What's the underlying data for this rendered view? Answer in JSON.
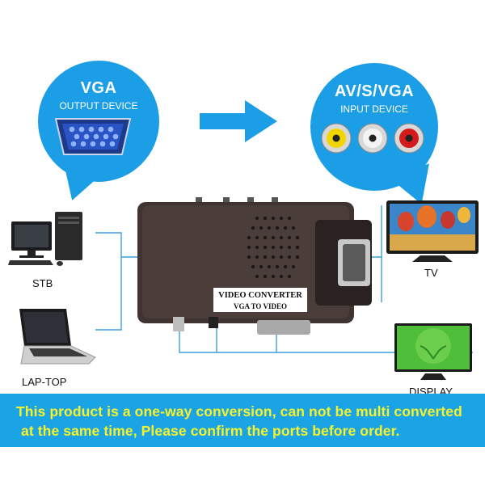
{
  "vga_bubble": {
    "title": "VGA",
    "subtitle": "OUTPUT DEVICE"
  },
  "av_bubble": {
    "title": "AV/S/VGA",
    "subtitle": "INPUT DEVICE"
  },
  "device": {
    "name": "VIDEO CONVERTER",
    "model": "VGA TO VIDEO"
  },
  "labels": {
    "stb": "STB",
    "laptop": "LAP-TOP",
    "tv": "TV",
    "display": "DISPLAY"
  },
  "banner": {
    "line1": "This product is a one-way conversion, can not be multi converted",
    "line2": "at the same time, Please confirm the ports before order."
  },
  "colors": {
    "bubble": "#1c9ee6",
    "banner": "#1aa4e6",
    "banner_text": "#f7f22a",
    "line": "#3aa0e0"
  }
}
